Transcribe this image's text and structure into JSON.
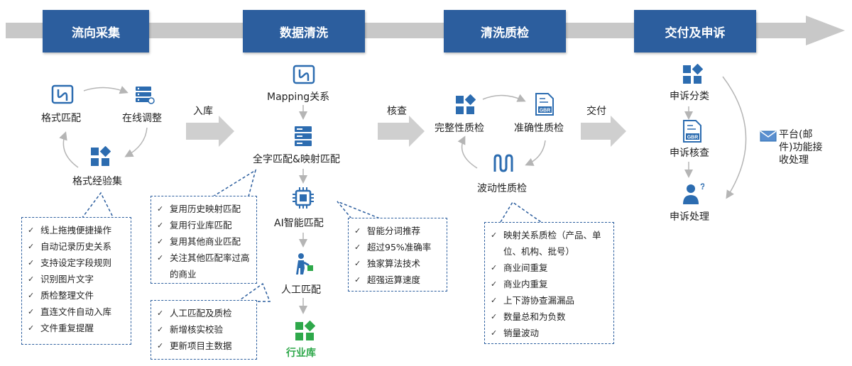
{
  "stages": [
    "流向采集",
    "数据清洗",
    "清洗质检",
    "交付及申诉"
  ],
  "col1": {
    "format_match": "格式匹配",
    "online_adjust": "在线调整",
    "format_experience": "格式经验集",
    "features": [
      "线上拖拽便捷操作",
      "自动记录历史关系",
      "支持设定字段规则",
      "识别图片文字",
      "质检整理文件",
      "直连文件自动入库",
      "文件重复提醒"
    ]
  },
  "arrow_labels": {
    "store": "入库",
    "check": "核查",
    "deliver": "交付"
  },
  "col2": {
    "mapping": "Mapping关系",
    "full_match": "全字匹配&映射匹配",
    "ai_match": "AI智能匹配",
    "manual_match": "人工匹配",
    "industry_lib": "行业库",
    "box_reuse": [
      "复用历史映射匹配",
      "复用行业库匹配",
      "复用其他商业匹配",
      "关注其他匹配率过高的商业"
    ],
    "box_ai": [
      "智能分词推荐",
      "超过95%准确率",
      "独家算法技术",
      "超强运算速度"
    ],
    "box_manual": [
      "人工匹配及质检",
      "新增核实校验",
      "更新项目主数据"
    ]
  },
  "col3": {
    "completeness": "完整性质检",
    "accuracy": "准确性质检",
    "volatility": "波动性质检",
    "box": [
      "映射关系质检（产品、单位、机构、批号）",
      "商业间重复",
      "商业内重复",
      "上下游协查漏漏品",
      "数量总和为负数",
      "销量波动"
    ]
  },
  "col4": {
    "appeal_classify": "申诉分类",
    "appeal_verify": "申诉核查",
    "appeal_handle": "申诉处理",
    "platform": "平台(邮件)功能接收处理"
  },
  "icon_text": {
    "gbr": "GBR"
  },
  "colors": {
    "stage": "#2c5e9e",
    "icon": "#2c6cb0",
    "green": "#2ea84a",
    "arrow": "#c8c8c8"
  }
}
